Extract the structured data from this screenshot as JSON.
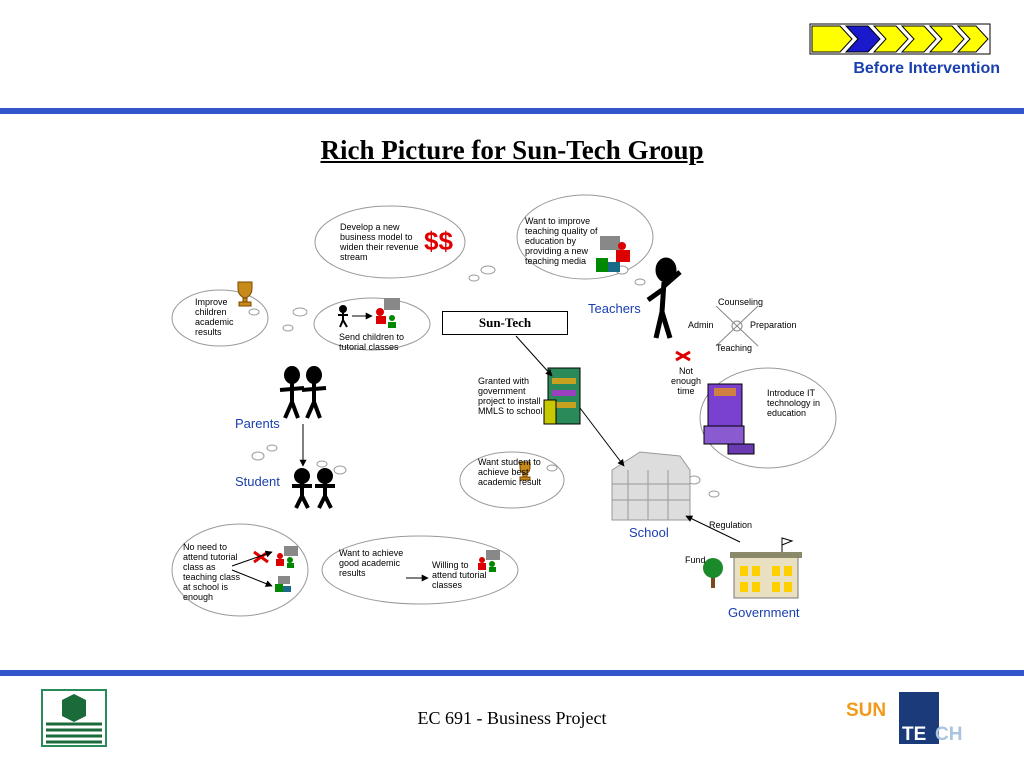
{
  "header": {
    "status_label": "Before Intervention"
  },
  "title": "Rich Picture for Sun-Tech Group",
  "suntech_label": "Sun-Tech",
  "parties": {
    "teachers": "Teachers",
    "parents": "Parents",
    "student": "Student",
    "school": "School",
    "government": "Government"
  },
  "thoughts": {
    "develop_model": "Develop a new business model to widen their revenue stream",
    "dollar_sign": "$$",
    "improve_quality": "Want to improve teaching quality of education by providing a new teaching media",
    "improve_children": "Improve children academic results",
    "send_children": "Send children to tutorial classes",
    "granted_project": "Granted with government project to install MMLS to school",
    "want_student": "Want  student to achieve best academic result",
    "introduce_it": "Introduce IT technology in education",
    "no_need": "No need to attend tutorial class as teaching class at school is enough",
    "want_good": "Want to achieve good academic results",
    "willing": "Willing to attend tutorial classes",
    "not_enough_time": "Not enough time"
  },
  "tasks": {
    "counseling": "Counseling",
    "admin": "Admin",
    "preparation": "Preparation",
    "teaching": "Teaching"
  },
  "links": {
    "regulation": "Regulation",
    "fund": "Fund"
  },
  "footer": {
    "course": "EC 691 - Business Project",
    "logo_text": "SUN TECH"
  },
  "colors": {
    "accent_bar": "#3355cc",
    "arrow_fill": "#ffff00",
    "brand_blue": "#1a3fb0",
    "money_red": "#e00000"
  }
}
